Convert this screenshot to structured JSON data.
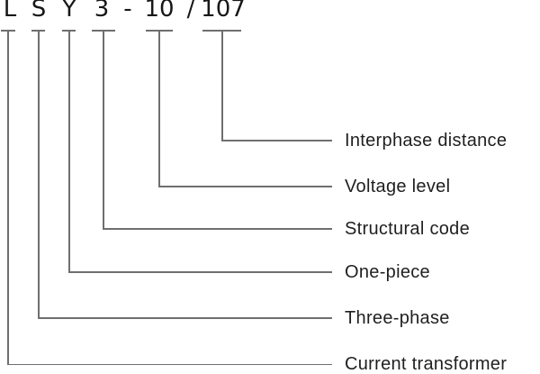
{
  "code": {
    "tokens": [
      "L",
      "S",
      "Y",
      "3",
      "-",
      "10",
      "/",
      "107"
    ]
  },
  "branches": [
    {
      "code": "107",
      "label": "Interphase distance"
    },
    {
      "code": "10",
      "label": "Voltage level"
    },
    {
      "code": "3",
      "label": "Structural code"
    },
    {
      "code": "Y",
      "label": "One-piece"
    },
    {
      "code": "S",
      "label": "Three-phase"
    },
    {
      "code": "L",
      "label": "Current transformer"
    }
  ],
  "colors": {
    "background": "#ffffff",
    "line": "#6f6f6f",
    "code_text": "#171717",
    "label_text": "#1f1f1f"
  }
}
